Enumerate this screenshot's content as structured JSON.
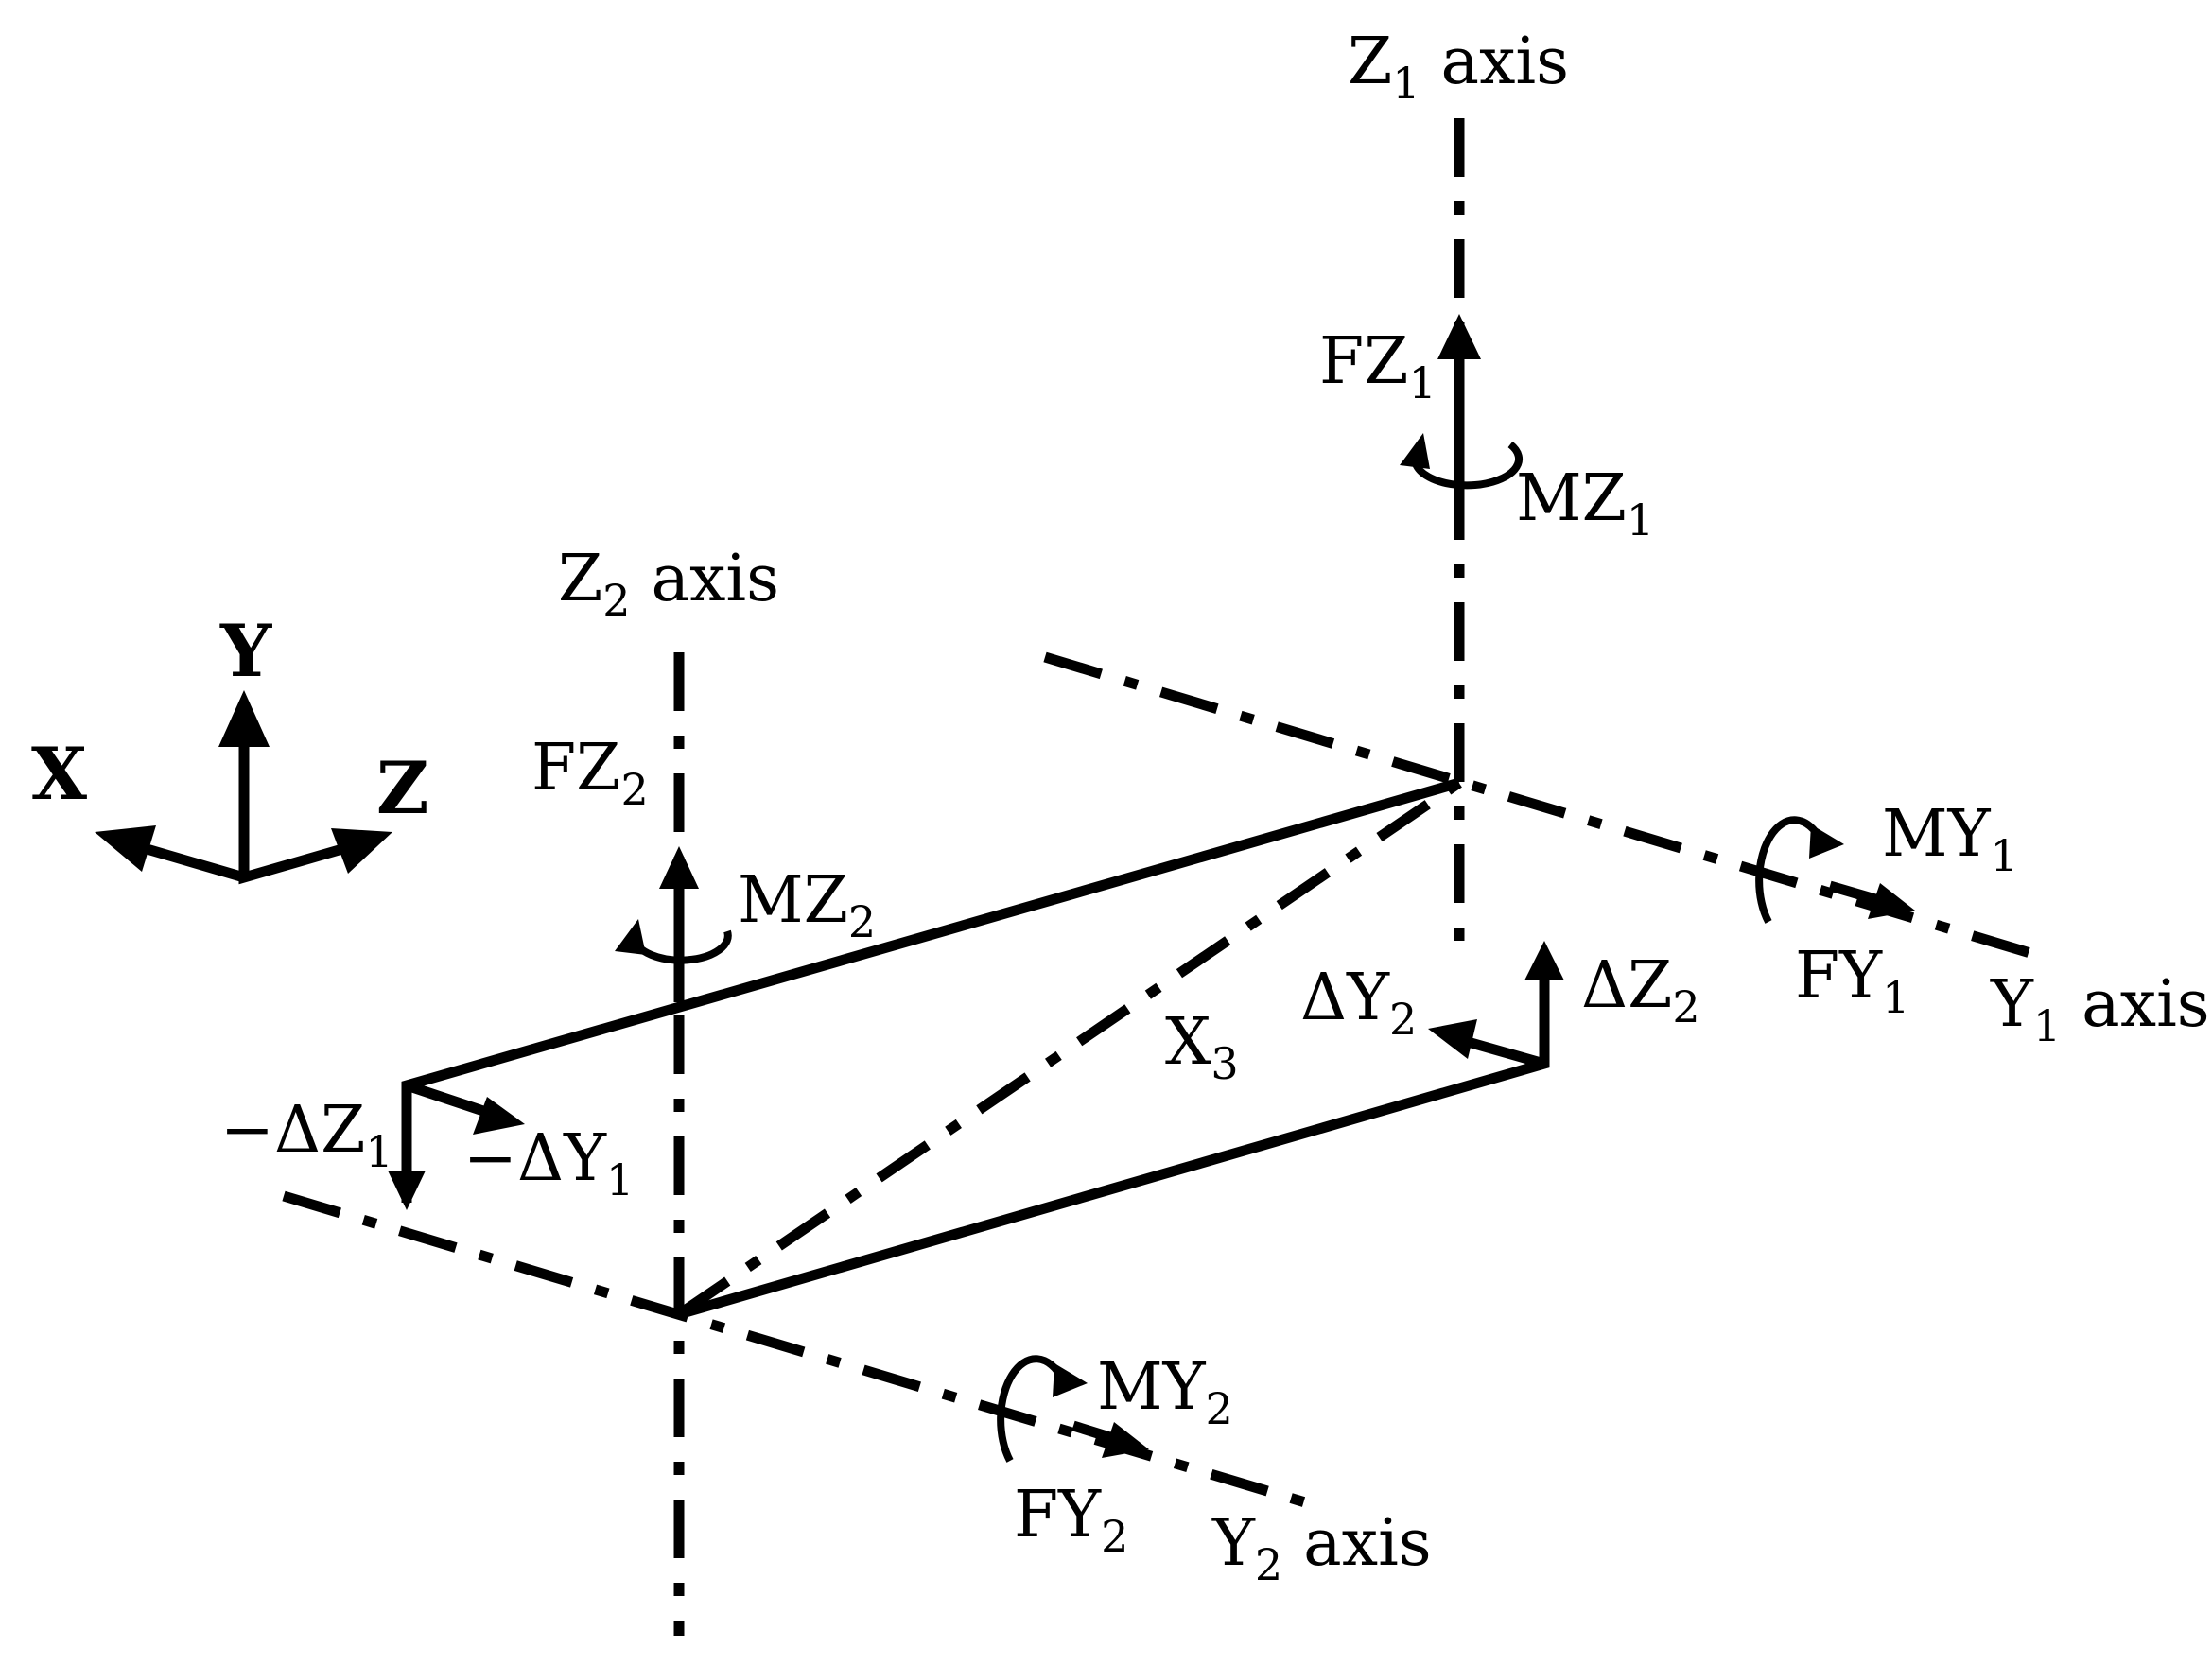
{
  "diagram": {
    "axes": {
      "z1": {
        "var": "Z",
        "sub": "1",
        "word": "axis"
      },
      "z2": {
        "var": "Z",
        "sub": "2",
        "word": "axis"
      },
      "y1": {
        "var": "Y",
        "sub": "1",
        "word": "axis"
      },
      "y2": {
        "var": "Y",
        "sub": "2",
        "word": "axis"
      },
      "x3": {
        "var": "X",
        "sub": "3"
      }
    },
    "triad": {
      "x": "X",
      "y": "Y",
      "z": "Z"
    },
    "forces": {
      "fz1": {
        "var": "FZ",
        "sub": "1"
      },
      "fz2": {
        "var": "FZ",
        "sub": "2"
      },
      "fy1": {
        "var": "FY",
        "sub": "1"
      },
      "fy2": {
        "var": "FY",
        "sub": "2"
      }
    },
    "moments": {
      "mz1": {
        "var": "MZ",
        "sub": "1"
      },
      "mz2": {
        "var": "MZ",
        "sub": "2"
      },
      "my1": {
        "var": "MY",
        "sub": "1"
      },
      "my2": {
        "var": "MY",
        "sub": "2"
      }
    },
    "displacements": {
      "neg_dz1": {
        "var": "−ΔZ",
        "sub": "1"
      },
      "neg_dy1": {
        "var": "−ΔY",
        "sub": "1"
      },
      "dy2": {
        "var": "ΔY",
        "sub": "2"
      },
      "dz2": {
        "var": "ΔZ",
        "sub": "2"
      }
    }
  }
}
